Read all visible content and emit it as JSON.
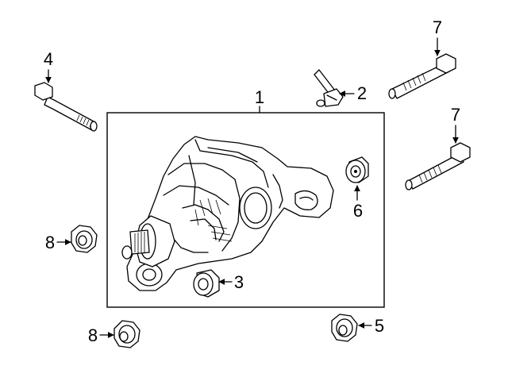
{
  "diagram": {
    "callouts": {
      "housing": "1",
      "vent": "2",
      "front_bushing": "3",
      "left_bolt": "4",
      "right_lower_nut": "5",
      "rear_bushing": "6",
      "upper_bolt": "7",
      "lower_right_bolt": "7",
      "left_nut": "8",
      "bottom_nut": "8"
    }
  }
}
